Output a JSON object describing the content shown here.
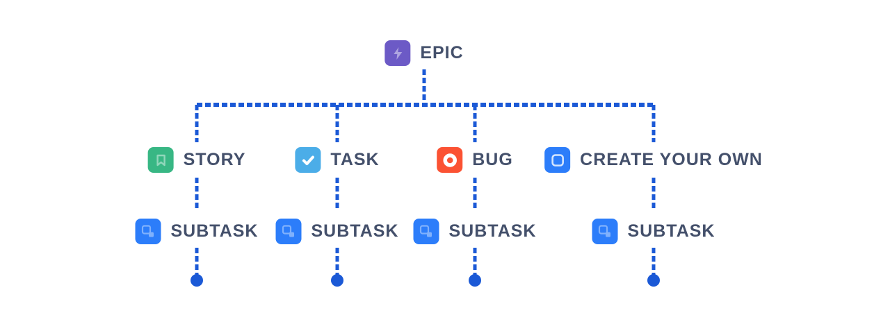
{
  "diagram_title": "issue-type-hierarchy",
  "palette": {
    "line_blue": "#1b59d6",
    "epic_purple": "#6c5ac6",
    "story_green": "#38b784",
    "task_blue": "#4bade8",
    "bug_red": "#fb5233",
    "subtask_blue": "#2c7dfa",
    "label_color": "#44506b"
  },
  "root": {
    "label": "EPIC",
    "icon": "epic-lightning-icon"
  },
  "columns": [
    {
      "label": "STORY",
      "icon": "story-bookmark-icon",
      "subtask_label": "SUBTASK"
    },
    {
      "label": "TASK",
      "icon": "task-check-icon",
      "subtask_label": "SUBTASK"
    },
    {
      "label": "BUG",
      "icon": "bug-circle-icon",
      "subtask_label": "SUBTASK"
    },
    {
      "label": "CREATE YOUR OWN",
      "icon": "custom-issue-icon",
      "subtask_label": "SUBTASK"
    }
  ]
}
